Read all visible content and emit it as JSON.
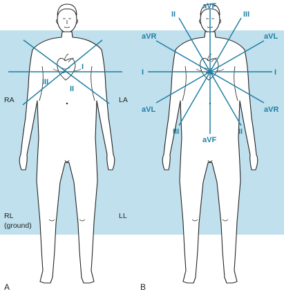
{
  "colors": {
    "panel_bg": "#bfe0ec",
    "lead_line": "#1f7fa3",
    "body_outline": "#222222",
    "body_fill": "#ffffff"
  },
  "panel_a": {
    "label": "A",
    "limb_labels": {
      "ra": "RA",
      "la": "LA",
      "rl_line1": "RL",
      "rl_line2": "(ground)",
      "ll": "LL"
    },
    "leads": {
      "i": "I",
      "ii": "II",
      "iii": "III"
    }
  },
  "panel_b": {
    "label": "B",
    "leads": {
      "avf_top": "aVF",
      "avf_bottom": "aVF",
      "ii_top": "II",
      "iii_top": "III",
      "avr_left": "aVR",
      "avl_right": "aVL",
      "i_left": "I",
      "i_right": "I",
      "avl_left": "aVL",
      "avr_right": "aVR",
      "iii_bottom": "III",
      "ii_bottom": "II"
    }
  }
}
